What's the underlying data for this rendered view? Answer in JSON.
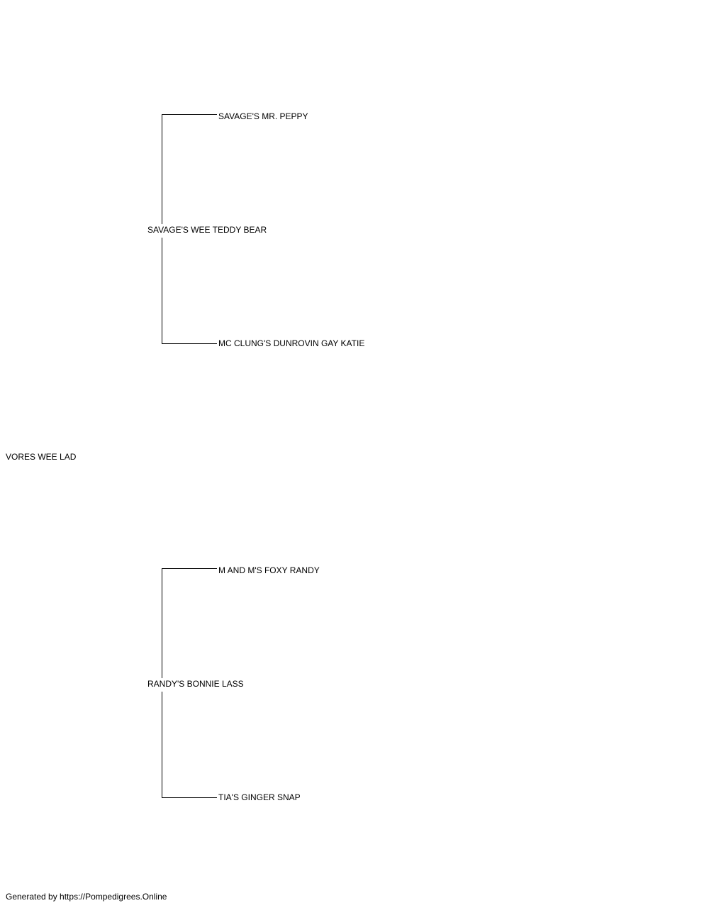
{
  "pedigree": {
    "subject": "VORES WEE LAD",
    "sire": {
      "name": "SAVAGE'S WEE TEDDY BEAR",
      "sire": "SAVAGE'S MR. PEPPY",
      "dam": "MC CLUNG'S DUNROVIN GAY KATIE"
    },
    "dam": {
      "name": "RANDY'S BONNIE LASS",
      "sire": "M AND M'S FOXY RANDY",
      "dam": "TIA'S GINGER SNAP"
    }
  },
  "footer": {
    "text": "Generated by https://Pompedigrees.Online"
  }
}
